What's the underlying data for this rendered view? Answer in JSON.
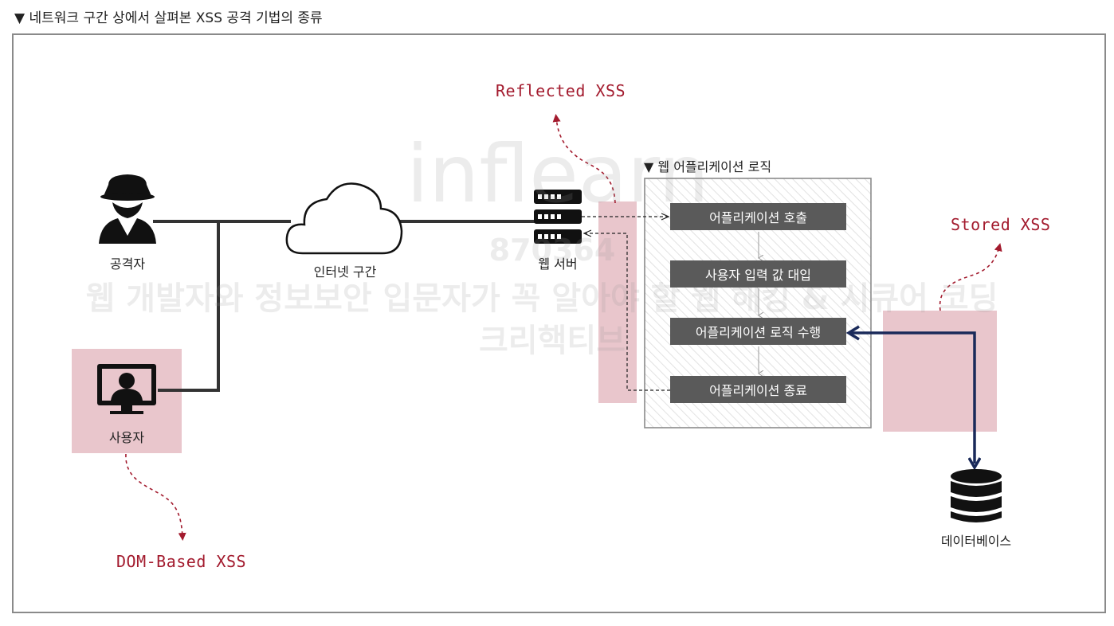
{
  "heading": "▼ 네트워크 구간 상에서 살펴본 XSS 공격 기법의 종류",
  "nodes": {
    "attacker": "공격자",
    "user": "사용자",
    "internet": "인터넷 구간",
    "web_server": "웹 서버",
    "database": "데이터베이스"
  },
  "app_logic": {
    "title": "▼ 웹 어플리케이션 로직",
    "steps": [
      "어플리케이션 호출",
      "사용자 입력 값 대입",
      "어플리케이션 로직 수행",
      "어플리케이션 종료"
    ]
  },
  "xss_types": {
    "reflected": "Reflected XSS",
    "stored": "Stored XSS",
    "dom": "DOM-Based XSS"
  },
  "watermark": {
    "brand": "inflearn",
    "id": "870364",
    "line1": "웹 개발자와 정보보안 입문자가 꼭 알아야 할 웹 해킹 & 시큐어 코딩",
    "line2": "크리핵티브"
  },
  "colors": {
    "highlight": "#e9c6cc",
    "accent": "#a31b2e",
    "db_link": "#1a2a5a",
    "step_box": "#5a5a5a"
  }
}
